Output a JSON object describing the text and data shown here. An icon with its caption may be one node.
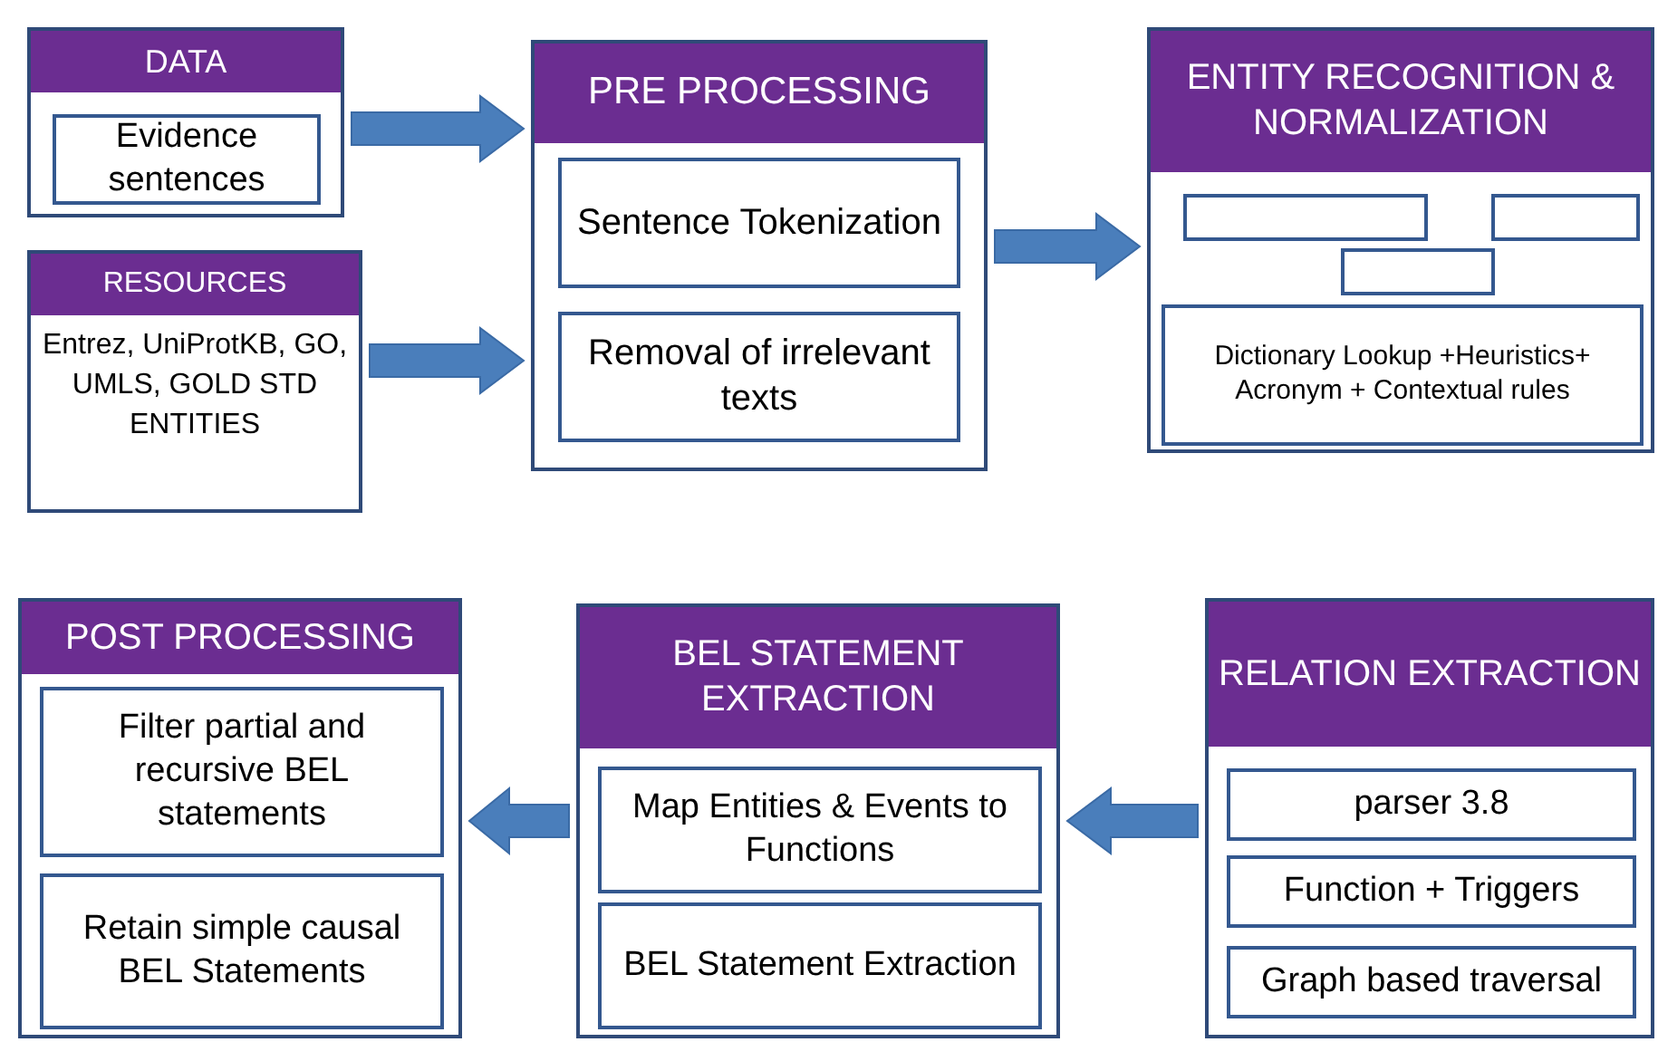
{
  "diagram": {
    "nodes": [
      {
        "text": [
          "DATA"
        ]
      },
      {
        "text": [
          "Evidence sentences"
        ],
        "in": 0
      },
      {
        "text": [
          "RESOURCES",
          "Entrez, UniProtKB, GO, UMLS, GOLD STD ENTITIES"
        ]
      },
      {
        "text": [
          "PRE PROCESSING"
        ]
      },
      {
        "text": [
          "Sentence Tokenization"
        ],
        "in": 3
      },
      {
        "text": [
          "Removal of irrelevant texts"
        ],
        "in": 3
      },
      {
        "text": [
          "ENTITY RECOGNITION & NORMALIZATION"
        ]
      },
      {
        "text": [],
        "shape": "box",
        "in": 6
      },
      {
        "text": [],
        "shape": "box",
        "in": 6
      },
      {
        "text": [],
        "shape": "box",
        "in": 6
      },
      {
        "text": [
          "Dictionary Lookup +Heuristics+ Acronym + Contextual rules"
        ],
        "in": 6
      },
      {
        "text": [
          "POST PROCESSING"
        ]
      },
      {
        "text": [
          "Filter partial and recursive BEL statements"
        ],
        "in": 11
      },
      {
        "text": [
          "Retain simple causal BEL Statements"
        ],
        "in": 11
      },
      {
        "text": [
          "BEL STATEMENT EXTRACTION"
        ]
      },
      {
        "text": [
          "Map Entities & Events to Functions"
        ],
        "in": 14
      },
      {
        "text": [
          "BEL Statement Extraction"
        ],
        "in": 14
      },
      {
        "text": [
          "RELATION EXTRACTION"
        ]
      },
      {
        "text": [
          "parser 3.8"
        ],
        "in": 17
      },
      {
        "text": [
          "Function + Triggers"
        ],
        "in": 17
      },
      {
        "text": [
          "Graph based traversal"
        ],
        "in": 17
      }
    ],
    "edges": [
      {
        "from": 0,
        "to": 3,
        "arrow": "to",
        "style": "thick"
      },
      {
        "from": 2,
        "to": 3,
        "arrow": "to",
        "style": "thick"
      },
      {
        "from": 3,
        "to": 6,
        "arrow": "to",
        "style": "thick"
      },
      {
        "from": 17,
        "to": 14,
        "arrow": "to",
        "style": "thick"
      },
      {
        "from": 14,
        "to": 11,
        "arrow": "to",
        "style": "thick"
      }
    ]
  }
}
